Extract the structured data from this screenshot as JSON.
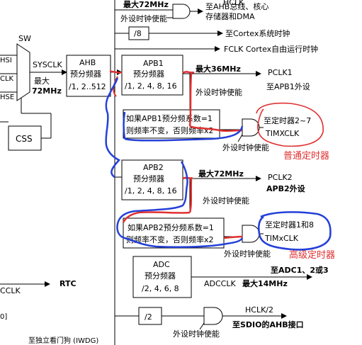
{
  "sw": "SW",
  "hsi": "HSI",
  "clk": "CLK",
  "hse": "HSE",
  "sysclk": "SYSCLK",
  "sys_max1": "最大",
  "sys_max2": "72MHz",
  "css": "CSS",
  "top": {
    "max72": "最大72MHz",
    "hclk_partial": "HCLK",
    "ahb_target1": "至AHB总线、核心",
    "ahb_target2": "存储器和DMA",
    "periph_enable": "外设时钟使能",
    "div8": "/8",
    "cortex_clock": "至Cortex系统时钟",
    "fclk": "FCLK Cortex自由运行时钟"
  },
  "ahb": {
    "title": "AHB",
    "sub": "预分频器",
    "div": "/1, 2..512"
  },
  "apb1": {
    "title": "APB1",
    "sub": "预分频器",
    "div": "/1, 2, 4, 8, 16",
    "max": "最大36MHz",
    "pclk": "PCLK1",
    "enable": "外设时钟使能",
    "target": "至APB1外设",
    "cond_line1": "如果APB1预分频系数=1",
    "cond_line2": "则频率不变，否则频率x2",
    "timer_enable": "外设时钟使能",
    "timer_target": "至定时器2~7",
    "timer_clk": "TIMXCLK",
    "annotation": "普通定时器"
  },
  "apb2": {
    "title": "APB2",
    "sub": "预分频器",
    "div": "/1, 2, 4, 8, 16",
    "max": "最大72MHz",
    "pclk": "PCLK2",
    "enable": "外设时钟使能",
    "target": "APB2外设",
    "cond_line1": "如果APB2预分频系数=1",
    "cond_line2": "则频率不变，否则频率x2",
    "timer_enable": "外设时钟使能",
    "timer_target": "至定时器1和8",
    "timer_clk": "TIMxCLK",
    "annotation": "高级定时器"
  },
  "adc": {
    "title": "ADC",
    "sub": "预分频器",
    "div": "/2, 4, 6, 8",
    "clk": "ADCCLK",
    "max": "最大14MHz",
    "target": "至ADC1、2或3"
  },
  "sdio": {
    "div2": "/2",
    "hclk2": "HCLK/2",
    "target": "至SDIO的AHB接口",
    "enable": "外设时钟使能"
  },
  "rtc": {
    "cclk": "CCLK",
    "label": "RTC"
  },
  "left_bottom": {
    "bracket": "0]",
    "iwdg": "至独立看门狗 (IWDG)"
  },
  "colors": {
    "red_mark": "#e03030",
    "blue_mark": "#2440d8",
    "annotation_red": "#e03030"
  }
}
